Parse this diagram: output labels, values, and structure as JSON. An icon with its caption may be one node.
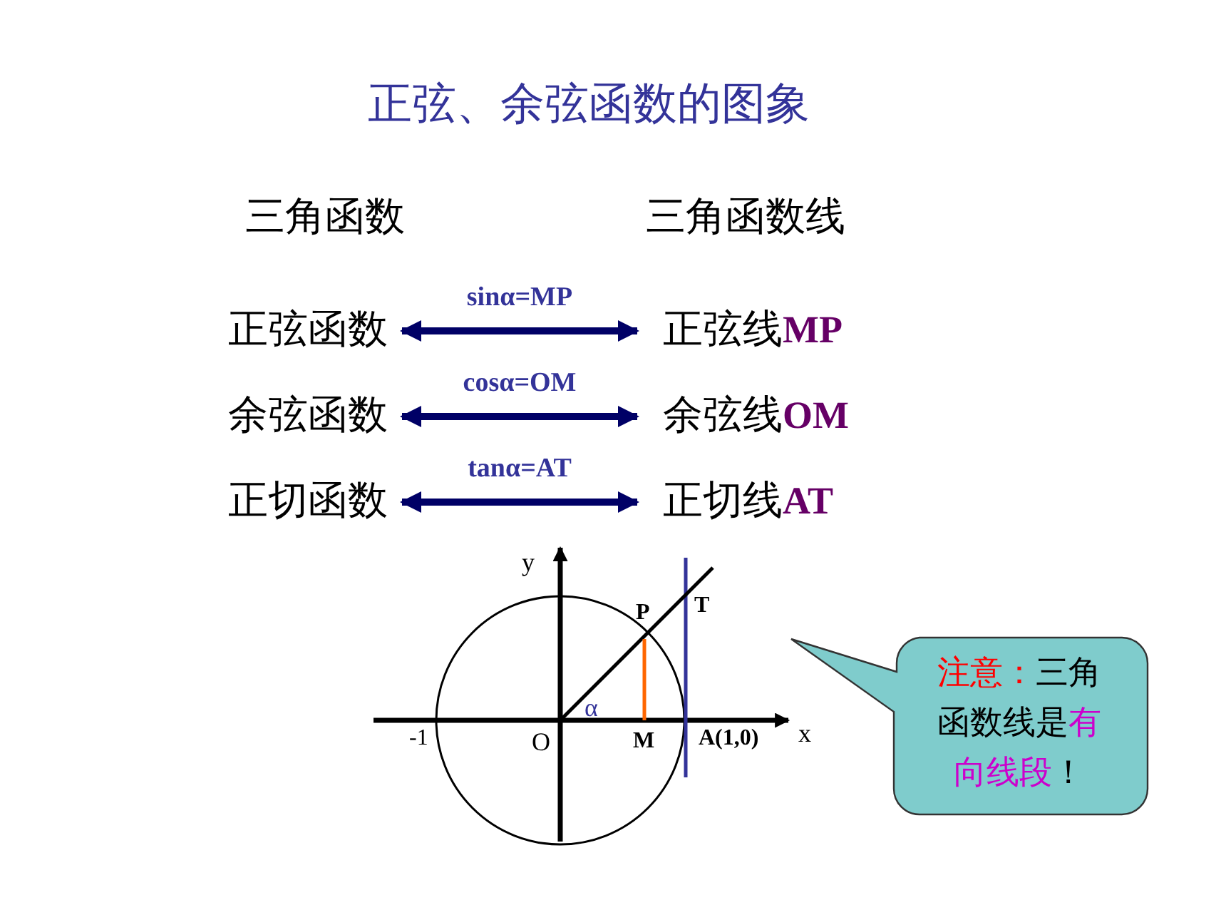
{
  "diagram": {
    "title": "正弦、余弦函数的图象",
    "nodes": [
      {
        "text": [
          "正弦函数"
        ]
      },
      {
        "text": [
          "正弦线**MP**"
        ]
      },
      {
        "text": [
          "余弦函数"
        ]
      },
      {
        "text": [
          "余弦线**OM**"
        ]
      },
      {
        "text": [
          "正切函数"
        ]
      },
      {
        "text": [
          "正切线**AT**"
        ]
      },
      {
        "text": [
          "注意：",
          "三角函数线是**有向线段**！"
        ]
      }
    ],
    "edges": [
      {
        "from": 0,
        "to": 1,
        "arrow": "both",
        "label": "sinα=MP"
      },
      {
        "from": 2,
        "to": 3,
        "arrow": "both",
        "label": "cosα=OM"
      },
      {
        "from": 4,
        "to": 5,
        "arrow": "both",
        "label": "tanα=AT"
      }
    ],
    "labels": [
      "三角函数",
      "三角函数线",
      "y",
      "P",
      "T",
      "α",
      "-1",
      "O",
      "M",
      "A(1,0)",
      "x"
    ]
  }
}
